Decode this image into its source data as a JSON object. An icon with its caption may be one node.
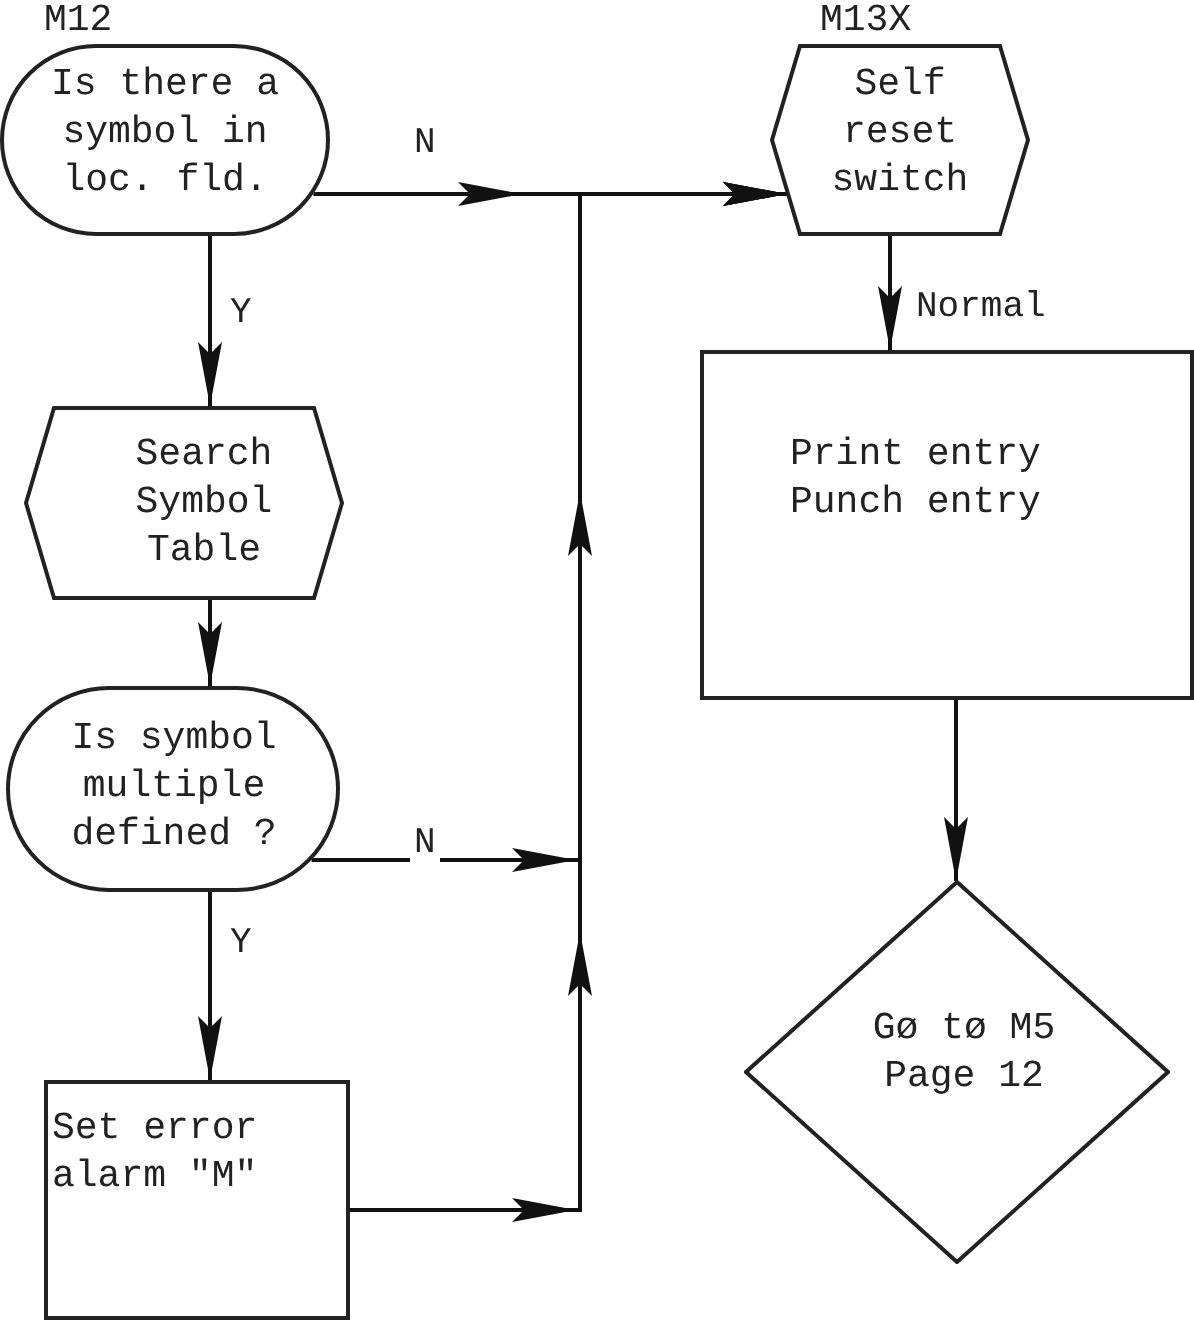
{
  "diagram": {
    "nodes": [
      {
        "text": [
          "M12",
          "Is there a symbol in loc. fld."
        ]
      },
      {
        "text": [
          "M13X",
          "Self reset switch"
        ]
      },
      {
        "text": [
          "Search Symbol Table"
        ]
      },
      {
        "text": [
          "Print entry Punch entry"
        ]
      },
      {
        "text": [
          "Is symbol multiple defined ?"
        ]
      },
      {
        "text": [
          "Gø tø M5 Page 12"
        ]
      },
      {
        "text": [
          "Set error alarm \"M\""
        ]
      }
    ],
    "edges": [
      {
        "from": 0,
        "to": 1,
        "arrow": "to",
        "label": "N"
      },
      {
        "from": 0,
        "to": 2,
        "arrow": "to",
        "label": "Y"
      },
      {
        "from": 2,
        "to": 4,
        "arrow": "to"
      },
      {
        "from": 4,
        "to": 1,
        "arrow": "to",
        "label": "N"
      },
      {
        "from": 4,
        "to": 6,
        "arrow": "to",
        "label": "Y"
      },
      {
        "from": 6,
        "to": 1,
        "arrow": "to"
      },
      {
        "from": 1,
        "to": 3,
        "arrow": "to",
        "label": "Normal"
      },
      {
        "from": 3,
        "to": 5,
        "arrow": "to"
      }
    ]
  }
}
